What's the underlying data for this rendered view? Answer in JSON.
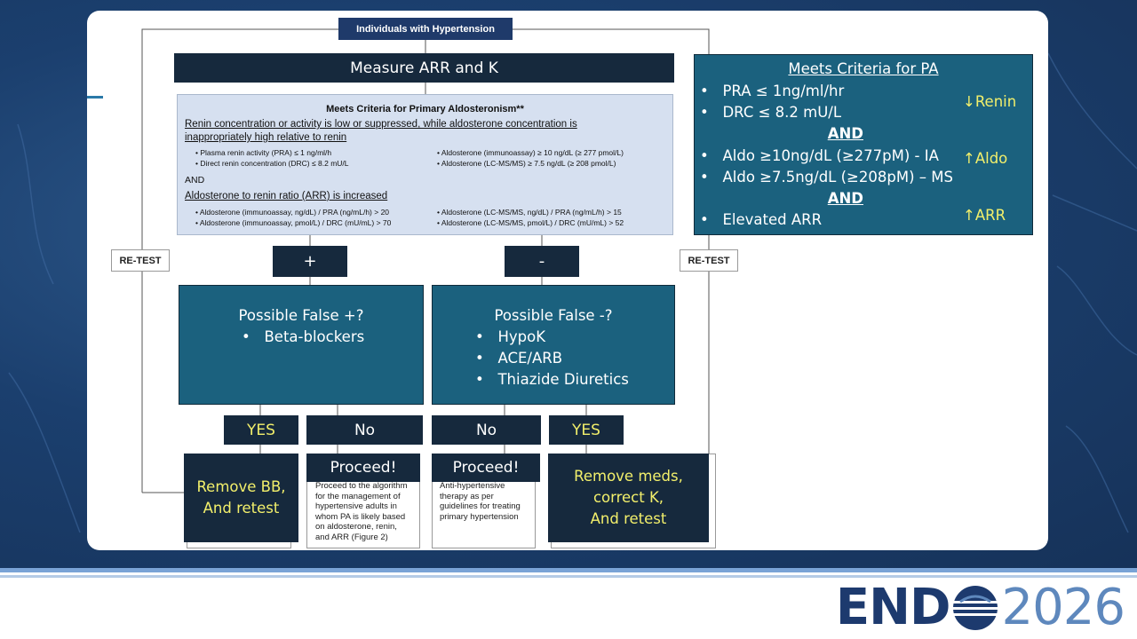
{
  "title_box": "Individuals with Hypertension",
  "measure": "Measure ARR and K",
  "criteria": {
    "title": "Meets Criteria for Primary Aldosteronism**",
    "line1a": "Renin concentration or activity is low or suppressed, while aldosterone concentration is",
    "line1b": "inappropriately high relative to renin",
    "b1": "Plasma renin activity (PRA) ≤ 1 ng/ml/h",
    "b2": "Direct renin concentration (DRC) ≤ 8.2 mU/L",
    "b3": "Aldosterone (immunoassay) ≥ 10 ng/dL (≥ 277 pmol/L)",
    "b4": "Aldosterone (LC-MS/MS) ≥ 7.5 ng/dL (≥ 208 pmol/L)",
    "and": "AND",
    "line2": "Aldosterone to renin ratio (ARR) is increased",
    "c1": "Aldosterone (immunoassay, ng/dL) / PRA (ng/mL/h) > 20",
    "c2": "Aldosterone (immunoassay, pmol/L) / DRC (mU/mL) > 70",
    "c3": "Aldosterone (LC-MS/MS, ng/dL) / PRA (ng/mL/h) > 15",
    "c4": "Aldosterone (LC-MS/MS, pmol/L) / DRC (mU/mL) > 52"
  },
  "retest_left": "RE-TEST",
  "retest_right": "RE-TEST",
  "plus": "+",
  "minus": "-",
  "false_pos": {
    "heading": "Possible False +?",
    "items": [
      "Beta-blockers"
    ]
  },
  "false_neg": {
    "heading": "Possible False -?",
    "items": [
      "HypoK",
      "ACE/ARB",
      "Thiazide Diuretics"
    ]
  },
  "yes_left": "YES",
  "no_left": "No",
  "no_right": "No",
  "yes_right": "YES",
  "remove_bb": [
    "Remove BB,",
    "And retest"
  ],
  "proceed_left": "Proceed!",
  "proceed_left_sub": [
    "Proceed to the algorithm",
    "for the management of",
    "hypertensive adults in",
    "whom PA is likely based",
    "on aldosterone, renin,",
    "and ARR (Figure 2)"
  ],
  "proceed_right": "Proceed!",
  "proceed_right_sub": [
    "Anti-hypertensive",
    "therapy as per",
    "guidelines for treating",
    "primary hypertension"
  ],
  "remove_meds": [
    "Remove meds,",
    "correct K,",
    "And retest"
  ],
  "pa_box": {
    "title": "Meets Criteria for PA",
    "r1": "PRA ≤ 1ng/ml/hr",
    "r2": "DRC ≤ 8.2 mU/L",
    "and1": "AND",
    "r3": "Aldo ≥10ng/dL (≥277pM) - IA",
    "r4": "Aldo ≥7.5ng/dL (≥208pM) – MS",
    "and2": "AND",
    "r5": "Elevated ARR",
    "note_renin": "↓Renin",
    "note_aldo": "↑Aldo",
    "note_arr": "↑ARR"
  },
  "logo": {
    "end": "END",
    "year": "2026"
  }
}
